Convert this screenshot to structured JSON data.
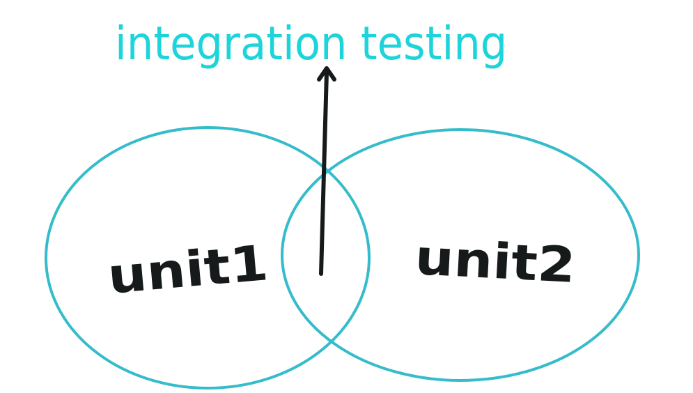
{
  "diagram": {
    "title": "integration testing",
    "nodes": [
      {
        "id": "unit1",
        "label": "unit1"
      },
      {
        "id": "unit2",
        "label": "unit2"
      }
    ],
    "arrow": {
      "from": "overlap of unit1 and unit2",
      "to": "integration testing"
    },
    "colors": {
      "title": "#1dd4db",
      "ellipse_stroke": "#35bccb",
      "text": "#171a1b",
      "arrow": "#171a1b",
      "background": "#ffffff"
    }
  }
}
